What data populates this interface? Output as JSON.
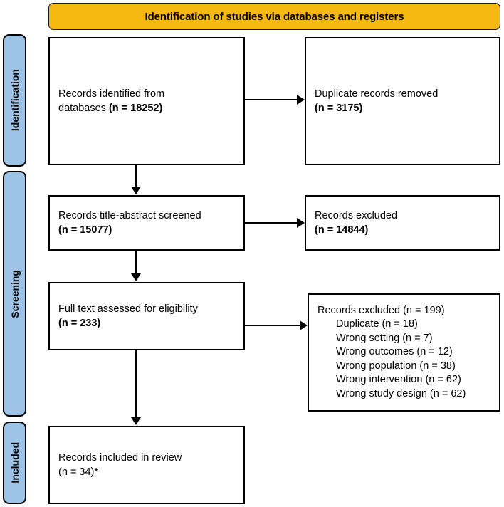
{
  "diagram": {
    "type": "PRISMA flow diagram",
    "banner_title": "Identification of studies via databases and registers",
    "colors": {
      "banner": "#F5B912",
      "stage_sidebar": "#9DC3E6",
      "box_border": "#000000",
      "box_fill": "#FFFFFF",
      "text": "#000000"
    }
  },
  "stages": [
    {
      "id": "identification",
      "label": "Identification"
    },
    {
      "id": "screening",
      "label": "Screening"
    },
    {
      "id": "included",
      "label": "Included"
    }
  ],
  "boxes": {
    "identified": {
      "line1": "Records identified from",
      "line2_prefix": "databases ",
      "line2_count": "(n = 18252)",
      "n": 18252
    },
    "duplicates_removed": {
      "line1": "Duplicate records removed",
      "line2_count": "(n = 3175)",
      "n": 3175
    },
    "screened": {
      "line1": "Records title-abstract screened",
      "line2_count": "(n = 15077)",
      "n": 15077
    },
    "excluded_screening": {
      "line1": "Records excluded",
      "line2_count": "(n = 14844)",
      "n": 14844
    },
    "fulltext_assessed": {
      "line1": "Full text assessed for eligibility",
      "line2_count": "(n = 233)",
      "n": 233
    },
    "excluded_fulltext": {
      "heading": "Records excluded (n = 199)",
      "n": 199,
      "reasons": [
        {
          "label": "Duplicate (n = 18)",
          "reason": "Duplicate",
          "n": 18
        },
        {
          "label": "Wrong setting (n = 7)",
          "reason": "Wrong setting",
          "n": 7
        },
        {
          "label": "Wrong outcomes (n = 12)",
          "reason": "Wrong outcomes",
          "n": 12
        },
        {
          "label": "Wrong population (n = 38)",
          "reason": "Wrong population",
          "n": 38
        },
        {
          "label": "Wrong intervention (n = 62)",
          "reason": "Wrong intervention",
          "n": 62
        },
        {
          "label": "Wrong study design (n = 62)",
          "reason": "Wrong study design",
          "n": 62
        }
      ]
    },
    "included_in_review": {
      "line1": "Records included in review",
      "line2_count": "(n = 34)*",
      "n": 34
    }
  }
}
